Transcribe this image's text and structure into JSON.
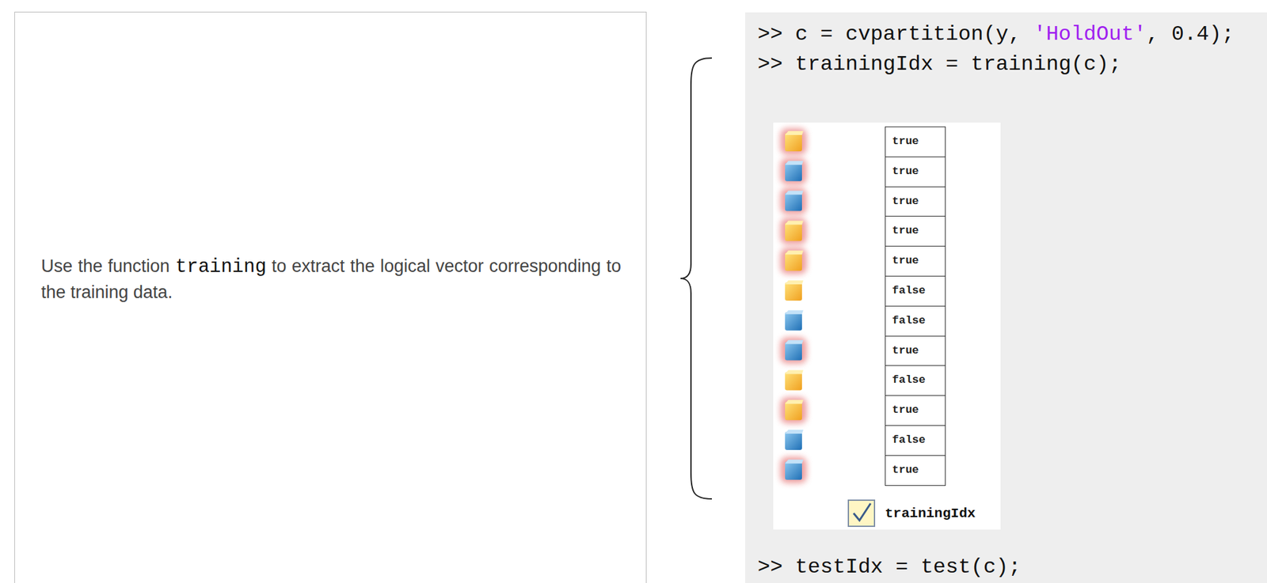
{
  "diagram": {
    "nodes": [
      {
        "text": [
          "Use the function",
          "training",
          "to extract the logical vector corresponding to the training data."
        ]
      },
      {
        "text": [
          ">> c = cvpartition(y,",
          "'HoldOut'",
          ", 0.4);",
          ">> trainingIdx = training(c);",
          ">> testIdx = test(c);"
        ]
      }
    ],
    "labels": [
      "true",
      "true",
      "true",
      "true",
      "true",
      "false",
      "false",
      "true",
      "false",
      "true",
      "false",
      "true",
      "trainingIdx"
    ]
  }
}
